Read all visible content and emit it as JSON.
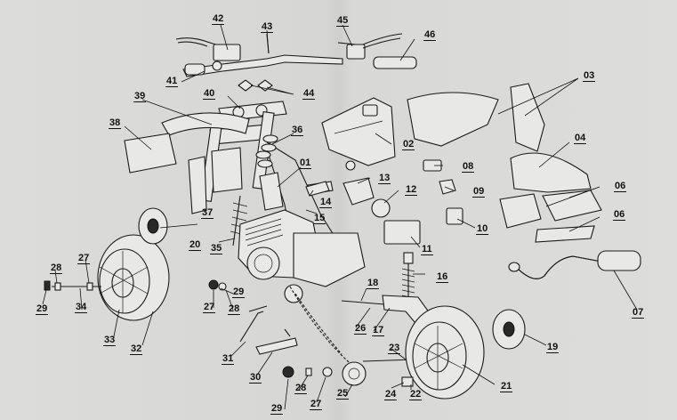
{
  "labels": {
    "p01": "01",
    "p02": "02",
    "p03": "03",
    "p04": "04",
    "p06a": "06",
    "p06b": "06",
    "p07": "07",
    "p08": "08",
    "p09": "09",
    "p10": "10",
    "p11": "11",
    "p12": "12",
    "p13": "13",
    "p14": "14",
    "p15": "15",
    "p16": "16",
    "p17": "17",
    "p18": "18",
    "p19": "19",
    "p20": "20",
    "p21": "21",
    "p22": "22",
    "p23": "23",
    "p24": "24",
    "p25": "25",
    "p26": "26",
    "p27a": "27",
    "p27b": "27",
    "p27c": "27",
    "p28a": "28",
    "p28b": "28",
    "p28c": "28",
    "p29a": "29",
    "p29b": "29",
    "p29c": "29",
    "p30": "30",
    "p31": "31",
    "p32": "32",
    "p33": "33",
    "p34": "34",
    "p35": "35",
    "p36": "36",
    "p37": "37",
    "p38": "38",
    "p39": "39",
    "p40": "40",
    "p41": "41",
    "p42": "42",
    "p43": "43",
    "p44": "44",
    "p45": "45",
    "p46": "46"
  }
}
